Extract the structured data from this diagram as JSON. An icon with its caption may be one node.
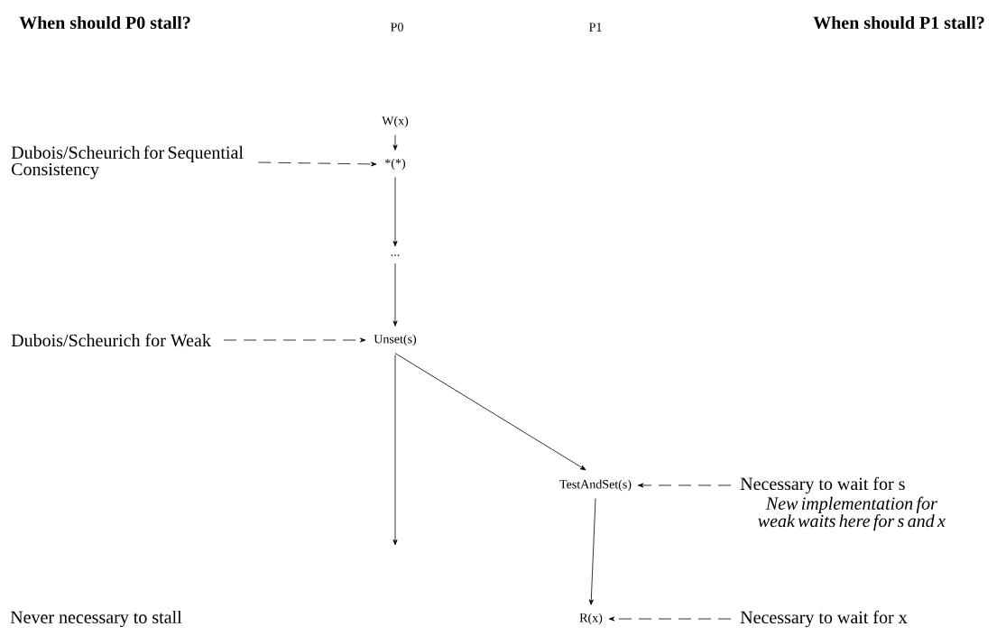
{
  "diagram": {
    "nodes": [
      {
        "text": [
          "W(x)"
        ]
      },
      {
        "text": [
          "*(*)"
        ]
      },
      {
        "text": [
          "..."
        ]
      },
      {
        "text": [
          "Unset(s)"
        ]
      },
      {
        "text": [
          "TestAndSet(s)"
        ]
      },
      {
        "text": [
          "R(x)"
        ]
      },
      {
        "text": [
          "Dubois/Scheurich for Sequential Consistency"
        ]
      },
      {
        "text": [
          "Dubois/Scheurich for Weak"
        ]
      },
      {
        "text": [
          "Necessary to wait for s"
        ],
        "beside": [
          "New implementation for weak waits here for s and x"
        ]
      },
      {
        "text": [
          "Necessary to wait for x"
        ]
      }
    ],
    "edges": [
      {
        "from": 0,
        "to": 1,
        "arrow": "to"
      },
      {
        "from": 1,
        "to": 2,
        "arrow": "to"
      },
      {
        "from": 2,
        "to": 3,
        "arrow": "to"
      },
      {
        "from": 3,
        "to": 4,
        "arrow": "to"
      },
      {
        "from": 3,
        "to": null,
        "arrow": "to"
      },
      {
        "from": 4,
        "to": 5,
        "arrow": "to"
      },
      {
        "from": 6,
        "to": 1,
        "arrow": "to",
        "style": "dashed"
      },
      {
        "from": 7,
        "to": 3,
        "arrow": "to",
        "style": "dashed"
      },
      {
        "from": 8,
        "to": 4,
        "arrow": "to",
        "style": "dashed"
      },
      {
        "from": 9,
        "to": 5,
        "arrow": "to",
        "style": "dashed"
      }
    ],
    "labels": [
      "When should P0 stall?",
      "P0",
      "P1",
      "When should P1 stall?",
      "Never necessary to stall"
    ]
  }
}
